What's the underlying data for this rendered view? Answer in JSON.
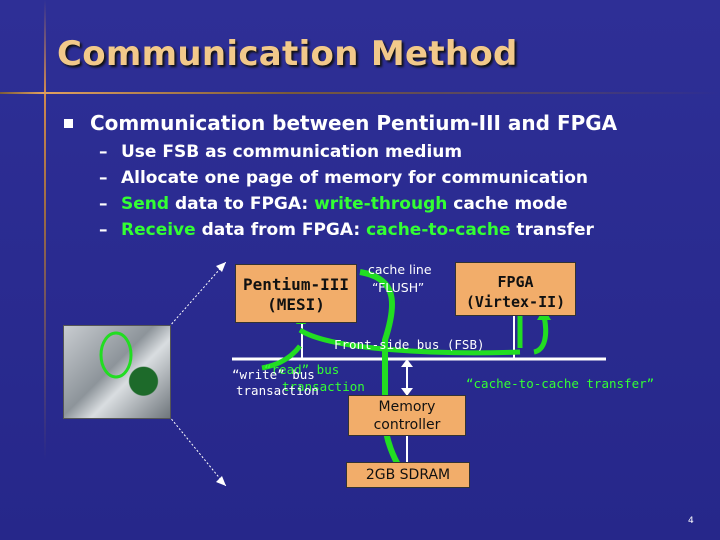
{
  "slide": {
    "title": "Communication Method",
    "bullet": "Communication between Pentium-III and FPGA",
    "subs": [
      {
        "dash": "–",
        "parts": [
          "Use FSB as communication medium"
        ]
      },
      {
        "dash": "–",
        "parts": [
          "Allocate one page of memory for communication"
        ]
      },
      {
        "dash": "–",
        "green1": "Send",
        "rest1": " data to FPGA: ",
        "green2": "write-through",
        "rest2": " cache mode"
      },
      {
        "dash": "–",
        "green1": "Receive",
        "rest1": " data from FPGA: ",
        "green2": "cache-to-cache",
        "rest2": " transfer"
      }
    ],
    "page_number": "4"
  },
  "diagram": {
    "pentium_line1": "Pentium-III",
    "pentium_line2": "(MESI)",
    "cache_line_label": "cache line",
    "flush_label": "“FLUSH”",
    "fpga_line1": "FPGA",
    "fpga_line2": "(Virtex-II)",
    "fsb_label": "Front-side bus (FSB)",
    "read_bus_1": "“read” bus",
    "read_bus_2": "transaction",
    "write_bus_1": "“write” bus",
    "write_bus_2": "transaction",
    "c2c_label": "“cache-to-cache transfer”",
    "mem_line1": "Memory",
    "mem_line2": "controller",
    "sdram": "2GB SDRAM",
    "colors": {
      "arrow_green": "#22dd22",
      "box_orange": "#f2ad6a",
      "bus_white": "#ffffff"
    }
  }
}
